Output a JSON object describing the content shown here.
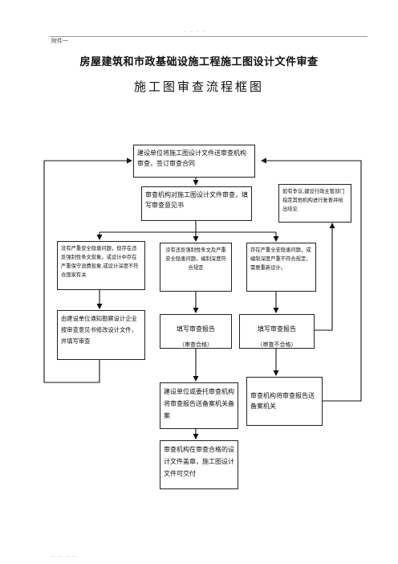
{
  "header": {
    "annex": "附件一",
    "dots": "·  ·     ·  ·"
  },
  "title": "房屋建筑和市政基础设施工程施工图设计文件审查",
  "subtitle": "施工图审查流程框图",
  "boxes": {
    "b1": "建设单位将施工图设计文件送审查机构审查，签订审查合同",
    "b2": "审查机构对施工图设计文件审查，填写审查意见书",
    "b3": "如有争议,建设行政主管部门指定其他机构进行复查并给出结论",
    "b4": "没有严重安全隐患问题，但存在违反强制性条文现象，或设计中存在严重保守浪费现象,或设计深度不符合国家有关",
    "b5": "没有违反强制性条文及严重安全隐患问题，编制深度符合规定",
    "b6": "存在严重全安隐患问题，或编制深度严重不符合规定，需要重新设计。",
    "b7": "由建设单位通知勘察设计企业按审查意见书修改设计文件，并填写审查",
    "b8": {
      "main": "填写审查报告",
      "sub": "（审查合格）"
    },
    "b9": {
      "main": "填写审查报告",
      "sub": "（审查不合格）"
    },
    "b10": "建设单位或委托审查机构将审查报告送备案机关备案",
    "b11": "审查机构将审查报告送备案机关",
    "b12": "审查机构在审查合格的设计文件盖章，施工图设计文件可交付"
  },
  "footer": {
    "dots": "·· ·· ·· ··"
  }
}
